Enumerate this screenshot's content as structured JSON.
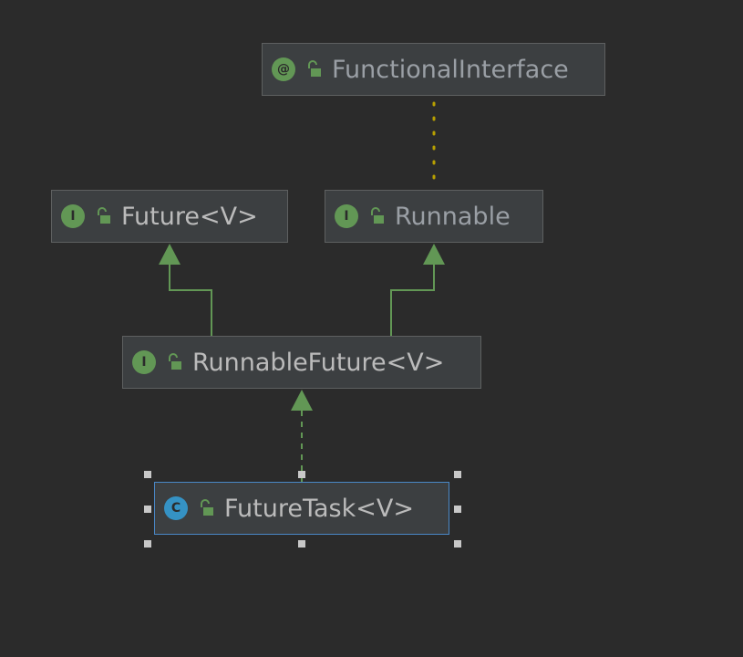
{
  "diagram": {
    "nodes": [
      {
        "id": "functional-interface",
        "kind_glyph": "@",
        "kind": "annotation",
        "label": "FunctionalInterface"
      },
      {
        "id": "future",
        "kind_glyph": "I",
        "kind": "interface",
        "label": "Future<V>"
      },
      {
        "id": "runnable",
        "kind_glyph": "I",
        "kind": "interface",
        "label": "Runnable"
      },
      {
        "id": "runnable-future",
        "kind_glyph": "I",
        "kind": "interface",
        "label": "RunnableFuture<V>"
      },
      {
        "id": "future-task",
        "kind_glyph": "C",
        "kind": "class",
        "label": "FutureTask<V>"
      }
    ],
    "edges": [
      {
        "from": "runnable-future",
        "to": "future",
        "type": "extends"
      },
      {
        "from": "runnable-future",
        "to": "runnable",
        "type": "extends"
      },
      {
        "from": "future-task",
        "to": "runnable-future",
        "type": "implements"
      },
      {
        "from": "runnable",
        "to": "functional-interface",
        "type": "annotated-by"
      }
    ],
    "selected": "future-task",
    "colors": {
      "background": "#2b2b2b",
      "node_fill": "#3c3f41",
      "node_border": "#5e6060",
      "selected_border": "#4a88c7",
      "inheritance_edge": "#629755",
      "annotation_edge": "#b8a000",
      "interface_badge": "#629755",
      "class_badge": "#3592c4",
      "text": "#bbbbbb",
      "text_dim": "#9a9fa5"
    }
  }
}
